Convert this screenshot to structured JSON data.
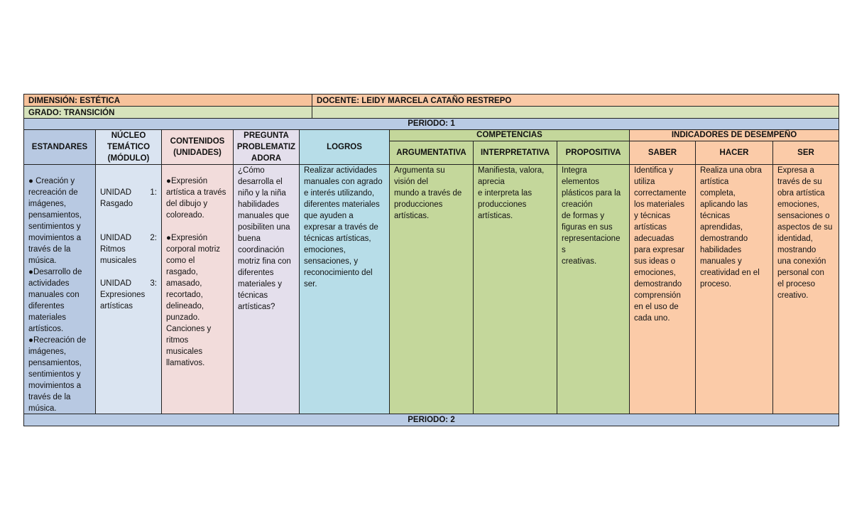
{
  "header": {
    "dimension": "DIMENSIÓN: ESTÉTICA",
    "teacher": "DOCENTE: LEIDY MARCELA CATAÑO RESTREPO",
    "grade": "GRADO: TRANSICIÓN"
  },
  "period1_label": "PERIODO: 1",
  "period2_label": "PERIODO: 2",
  "columns": {
    "estandares": "ESTANDARES",
    "nucleo": "NÚCLEO TEMÁTICO (MÓDULO)",
    "contenidos": "CONTENIDOS (UNIDADES)",
    "pregunta": "PREGUNTA PROBLEMATIZ ADORA",
    "logros": "LOGROS",
    "competencias": "COMPETENCIAS",
    "argumentativa": "ARGUMENTATIVA",
    "interpretativa": "INTERPRETATIVA",
    "propositiva": "PROPOSITIVA",
    "indicadores": "INDICADORES DE DESEMPEÑO",
    "saber": "SABER",
    "hacer": "HACER",
    "ser": "SER"
  },
  "body": {
    "estandares": "● Creación y\nrecreación de\nimágenes,\npensamientos,\nsentimientos y\nmovimientos a\ntravés de la\nmúsica.\n●Desarrollo de\nactividades\nmanuales con\ndiferentes\nmateriales\nartísticos.\n●Recreación de\nimágenes,\npensamientos,\nsentimientos y\nmovimientos a\ntravés de la\nmúsica.",
    "nucleo_units": [
      {
        "label": "UNIDAD",
        "number": "1:",
        "name": "Rasgado"
      },
      {
        "label": "UNIDAD",
        "number": "2:",
        "name": "Ritmos\nmusicales"
      },
      {
        "label": "UNIDAD",
        "number": "3:",
        "name": "Expresiones\nartísticas"
      }
    ],
    "contenidos_1": "●Expresión\nartística a través\ndel dibujo y\ncoloreado.",
    "contenidos_2": "●Expresión\ncorporal motriz\ncomo el\nrasgado,\namasado,\nrecortado,\ndelineado,\npunzado.\nCanciones y\nritmos\nmusicales\nllamativos.",
    "pregunta": "¿Cómo\ndesarrolla el\nniño y la niña\nhabilidades\nmanuales que\nposibiliten una\nbuena\ncoordinación\nmotriz fina con\ndiferentes\nmateriales y\ntécnicas\nartísticas?",
    "logros": "Realizar actividades\nmanuales con agrado\ne interés utilizando,\ndiferentes materiales\nque ayuden a\nexpresar a través de\ntécnicas artísticas,\nemociones,\nsensaciones, y\nreconocimiento del\nser.",
    "argumentativa": "Argumenta su\nvisión del\nmundo a través de\nproducciones\nartísticas.",
    "interpretativa": "Manifiesta, valora,\naprecia\ne interpreta las\nproducciones\nartísticas.",
    "propositiva": "Integra\nelementos\nplásticos para la\ncreación\nde formas y\nfiguras en sus\nrepresentacione\ns\ncreativas.",
    "saber": "Identifica y\nutiliza\ncorrectamente\nlos materiales\ny técnicas\nartísticas\nadecuadas\npara expresar\nsus ideas o\nemociones,\ndemostrando\ncomprensión\nen el uso de\ncada uno.",
    "hacer": "Realiza una obra\nartística\ncompleta,\naplicando las\ntécnicas\naprendidas,\ndemostrando\nhabilidades\nmanuales y\ncreatividad en el\nproceso.",
    "ser": "Expresa a\ntravés de su\nobra artística\nemociones,\nsensaciones o\naspectos de su\nidentidad,\nmostrando\nuna conexión\npersonal con\nel proceso\ncreativo."
  }
}
